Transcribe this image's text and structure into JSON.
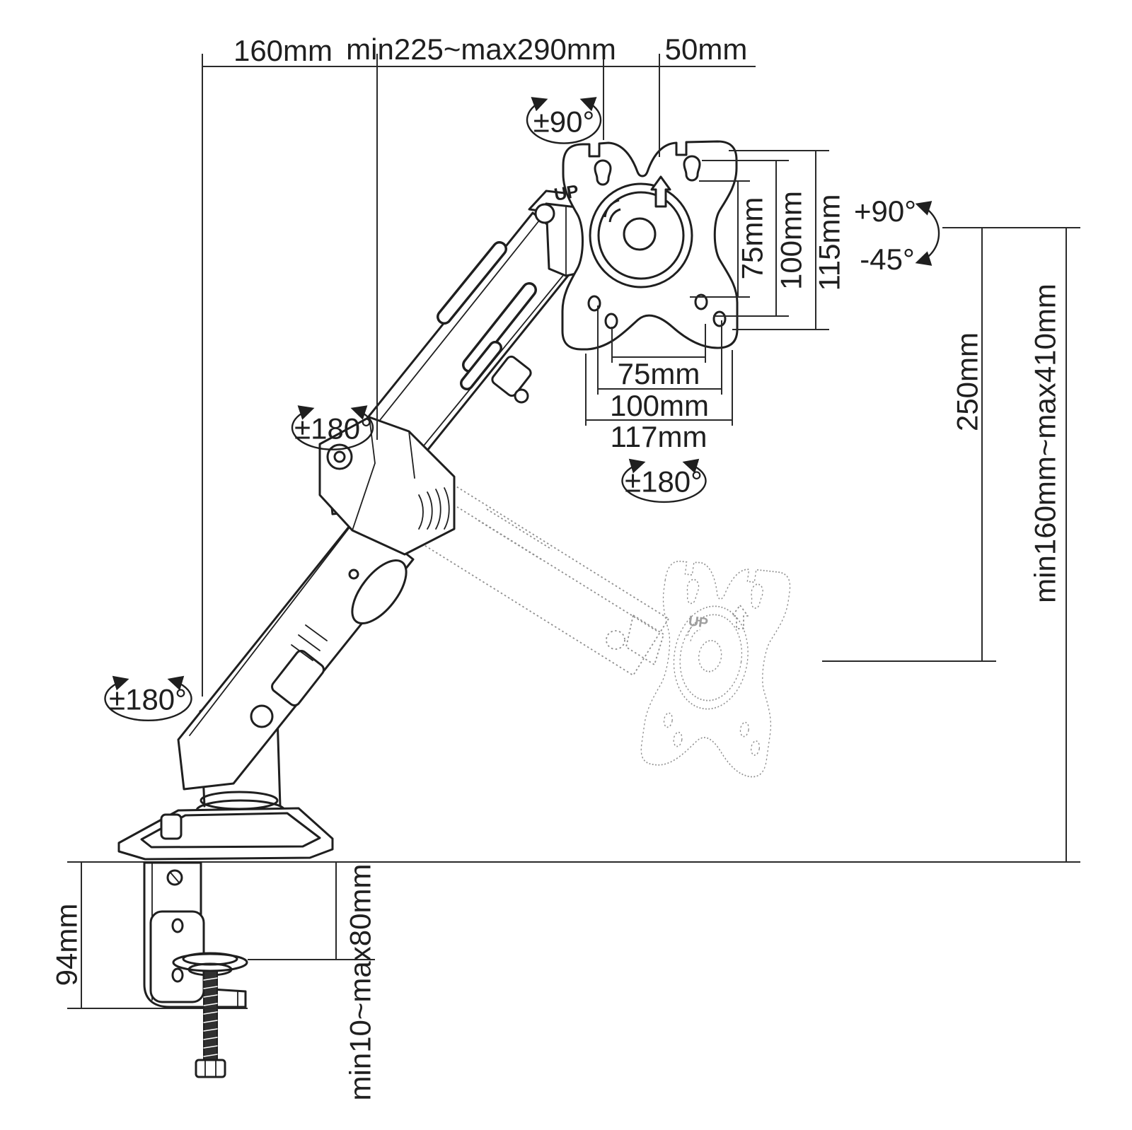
{
  "diagram": {
    "type": "technical-dimension-drawing",
    "subject": "gas-spring desk-clamp monitor arm",
    "colors": {
      "background": "#ffffff",
      "line": "#1f1f1f",
      "dimension": "#2a2a2a",
      "ghost": "#8f8f8f"
    },
    "labels": {
      "top_width_left": "160mm",
      "top_width_middle": "min225~max290mm",
      "top_width_right": "50mm",
      "head_swivel": "±90°",
      "vesa_vertical_75": "75mm",
      "vesa_vertical_100": "100mm",
      "vesa_vertical_115": "115mm",
      "tilt_up": "+90°",
      "tilt_down": "-45°",
      "vesa_horizontal_75": "75mm",
      "vesa_horizontal_100": "100mm",
      "vesa_horizontal_117": "117mm",
      "vesa_rotation": "±180°",
      "elbow_rotation": "±180°",
      "base_rotation": "±180°",
      "arm_drop": "250mm",
      "height_range": "min160mm~max410mm",
      "clamp_height": "94mm",
      "clamp_range": "min10~max80mm",
      "vesa_up": "UP"
    }
  }
}
